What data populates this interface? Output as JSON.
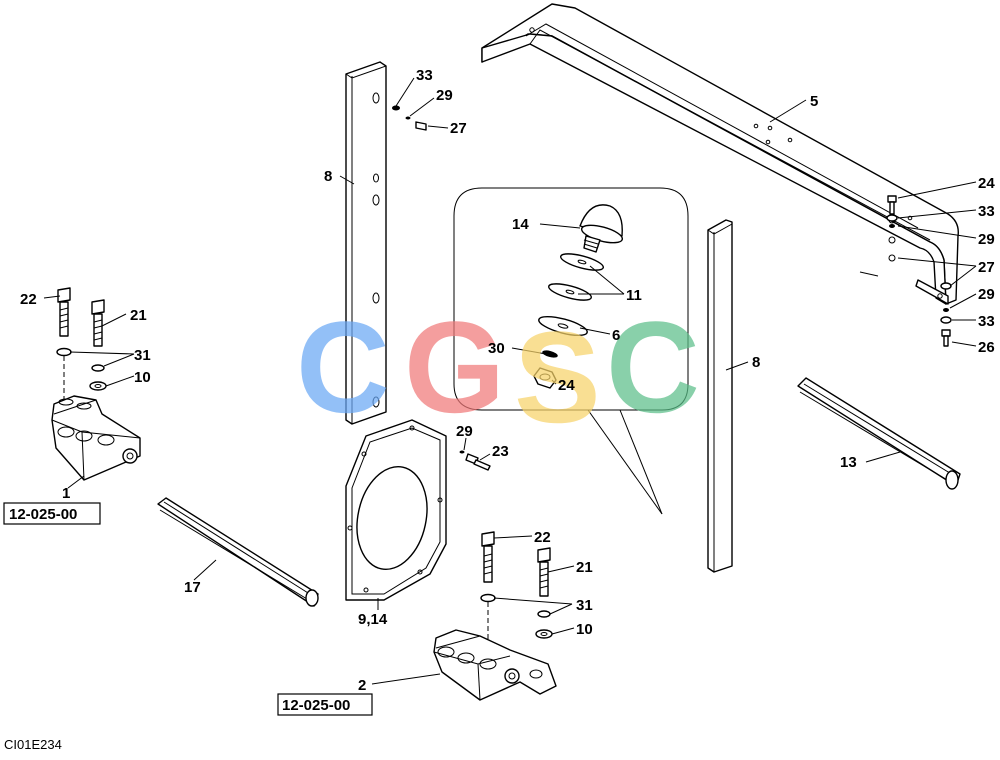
{
  "diagram": {
    "drawing_code": "CI01E234",
    "watermark": {
      "letters": [
        {
          "text": "C",
          "color": "#6aa8f5"
        },
        {
          "text": "G",
          "color": "#f07a7a"
        },
        {
          "text": "S",
          "color": "#f7d36a"
        },
        {
          "text": "C",
          "color": "#5cbf8a"
        }
      ]
    },
    "callouts": [
      {
        "id": "c1",
        "text": "1"
      },
      {
        "id": "c2",
        "text": "2"
      },
      {
        "id": "c5",
        "text": "5"
      },
      {
        "id": "c6",
        "text": "6"
      },
      {
        "id": "c8a",
        "text": "8"
      },
      {
        "id": "c8b",
        "text": "8"
      },
      {
        "id": "c914",
        "text": "9,14"
      },
      {
        "id": "c10a",
        "text": "10"
      },
      {
        "id": "c10b",
        "text": "10"
      },
      {
        "id": "c11",
        "text": "11"
      },
      {
        "id": "c13",
        "text": "13"
      },
      {
        "id": "c14",
        "text": "14"
      },
      {
        "id": "c17",
        "text": "17"
      },
      {
        "id": "c21a",
        "text": "21"
      },
      {
        "id": "c21b",
        "text": "21"
      },
      {
        "id": "c22a",
        "text": "22"
      },
      {
        "id": "c22b",
        "text": "22"
      },
      {
        "id": "c23",
        "text": "23"
      },
      {
        "id": "c24a",
        "text": "24"
      },
      {
        "id": "c24b",
        "text": "24"
      },
      {
        "id": "c26",
        "text": "26"
      },
      {
        "id": "c27a",
        "text": "27"
      },
      {
        "id": "c27b",
        "text": "27"
      },
      {
        "id": "c29a",
        "text": "29"
      },
      {
        "id": "c29b",
        "text": "29"
      },
      {
        "id": "c29c",
        "text": "29"
      },
      {
        "id": "c29d",
        "text": "29"
      },
      {
        "id": "c30",
        "text": "30"
      },
      {
        "id": "c31a",
        "text": "31"
      },
      {
        "id": "c31b",
        "text": "31"
      },
      {
        "id": "c33a",
        "text": "33"
      },
      {
        "id": "c33b",
        "text": "33"
      },
      {
        "id": "c33c",
        "text": "33"
      }
    ],
    "references": [
      {
        "id": "r1",
        "text": "12-025-00"
      },
      {
        "id": "r2",
        "text": "12-025-00"
      }
    ]
  }
}
